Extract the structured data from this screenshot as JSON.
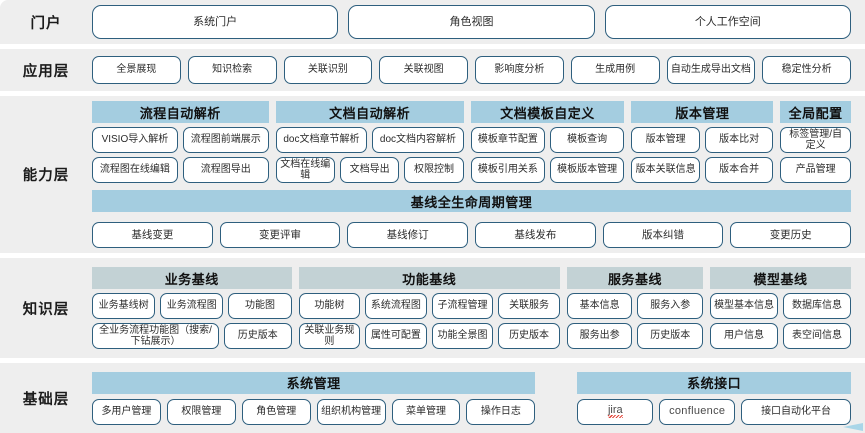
{
  "layers": [
    {
      "id": "portal",
      "label": "门户",
      "items": [
        "系统门户",
        "角色视图",
        "个人工作空间"
      ]
    },
    {
      "id": "application",
      "label": "应用层",
      "items": [
        "全景展现",
        "知识检索",
        "关联识别",
        "关联视图",
        "影响度分析",
        "生成用例",
        "自动生成导出文档",
        "稳定性分析"
      ]
    },
    {
      "id": "capability",
      "label": "能力层",
      "groups": [
        {
          "title": "流程自动解析",
          "rows": [
            [
              "VISIO导入解析",
              "流程图前端展示"
            ],
            [
              "流程图在线编辑",
              "流程图导出"
            ]
          ]
        },
        {
          "title": "文档自动解析",
          "rows": [
            [
              "doc文档章节解析",
              "doc文档内容解析"
            ],
            [
              "文档在线编辑",
              "文档导出",
              "权限控制"
            ]
          ]
        },
        {
          "title": "文档模板自定义",
          "rows": [
            [
              "模板章节配置",
              "模板查询"
            ],
            [
              "模板引用关系",
              "模板版本管理"
            ]
          ]
        },
        {
          "title": "版本管理",
          "rows": [
            [
              "版本管理",
              "版本比对"
            ],
            [
              "版本关联信息",
              "版本合并"
            ]
          ]
        },
        {
          "title": "全局配置",
          "rows": [
            [
              "标签管理/自定义"
            ],
            [
              "产品管理"
            ]
          ]
        }
      ],
      "lifecycle": {
        "title": "基线全生命周期管理",
        "items": [
          "基线变更",
          "变更评审",
          "基线修订",
          "基线发布",
          "版本纠错",
          "变更历史"
        ]
      }
    },
    {
      "id": "knowledge",
      "label": "知识层",
      "groups": [
        {
          "title": "业务基线",
          "rows": [
            [
              "业务基线树",
              "业务流程图",
              "功能图"
            ],
            [
              "全业务流程功能图（搜索/下钻展示）",
              "历史版本"
            ]
          ]
        },
        {
          "title": "功能基线",
          "rows": [
            [
              "功能树",
              "系统流程图",
              "子流程管理",
              "关联服务"
            ],
            [
              "关联业务规则",
              "属性可配置",
              "功能全景图",
              "历史版本"
            ]
          ]
        },
        {
          "title": "服务基线",
          "rows": [
            [
              "基本信息",
              "服务入参"
            ],
            [
              "服务出参",
              "历史版本"
            ]
          ]
        },
        {
          "title": "模型基线",
          "rows": [
            [
              "模型基本信息",
              "数据库信息"
            ],
            [
              "用户信息",
              "表空间信息"
            ]
          ]
        }
      ]
    },
    {
      "id": "foundation",
      "label": "基础层",
      "groups": [
        {
          "title": "系统管理",
          "items": [
            "多用户管理",
            "权限管理",
            "角色管理",
            "组织机构管理",
            "菜单管理",
            "操作日志"
          ]
        },
        {
          "title": "系统接口",
          "items": [
            "jira",
            "confluence",
            "接口自动化平台"
          ]
        }
      ]
    }
  ],
  "colors": {
    "band_blue": "#a4cde0",
    "band_gray": "#c3d2d5",
    "panel": "#eeeeee",
    "border": "#2e5f7e",
    "arrow": "#a9d6e8"
  }
}
